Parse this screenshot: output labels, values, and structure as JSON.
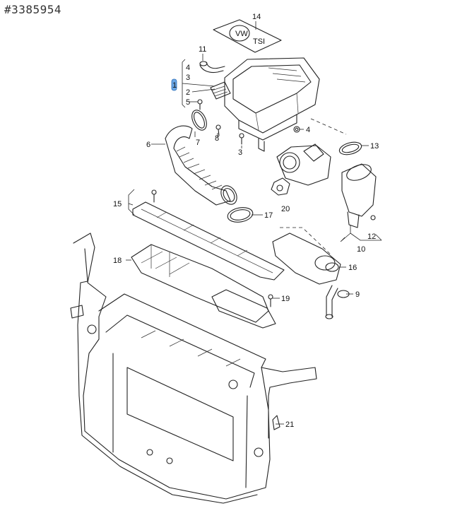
{
  "reference_id": "#3385954",
  "callouts": {
    "n1": "1",
    "n2": "2",
    "n3a": "3",
    "n3b": "3",
    "n4a": "4",
    "n4b": "4",
    "n5": "5",
    "n6": "6",
    "n7": "7",
    "n8": "8",
    "n9": "9",
    "n10": "10",
    "n11": "11",
    "n12": "12",
    "n13": "13",
    "n14": "14",
    "n15": "15",
    "n16": "16",
    "n17": "17",
    "n18": "18",
    "n19": "19",
    "n20": "20",
    "n21": "21"
  },
  "cover_badge": {
    "logo": "VW",
    "text": "TSI"
  },
  "highlight_color": "#6aa7e6"
}
